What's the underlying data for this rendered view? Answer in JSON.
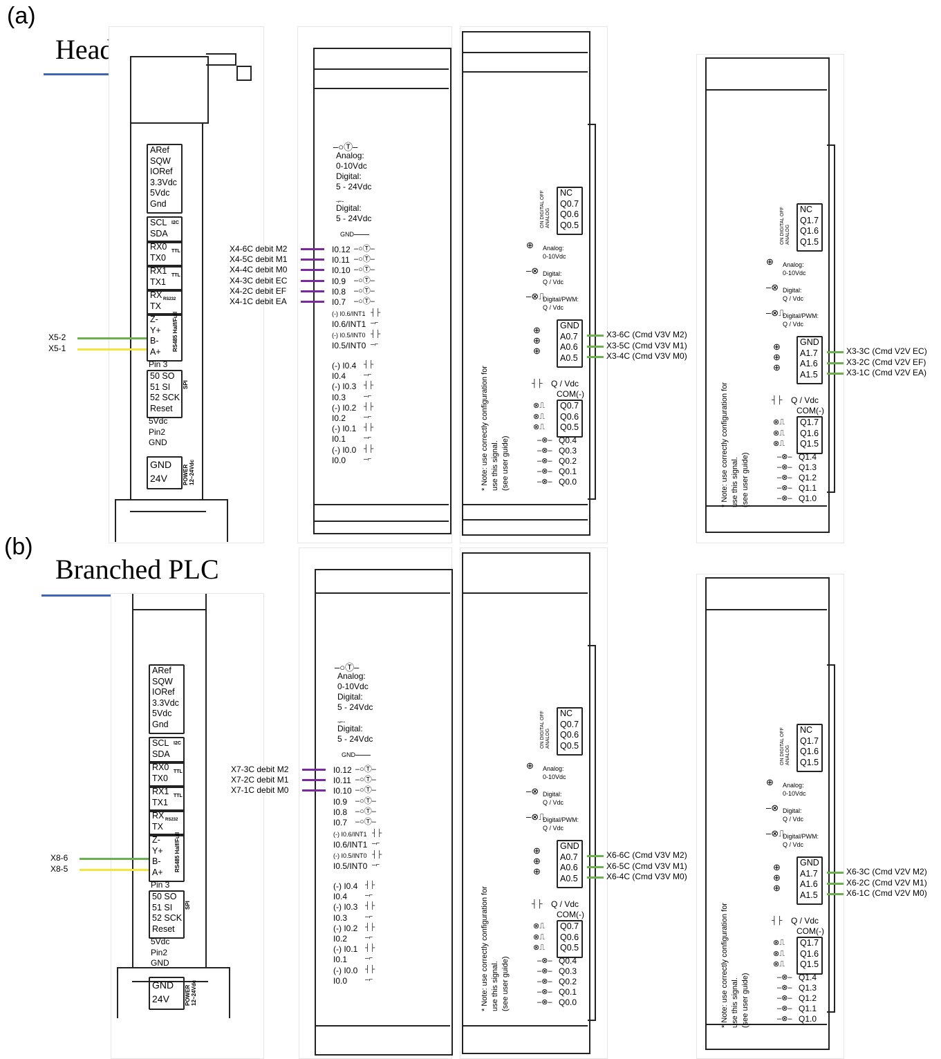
{
  "colors": {
    "green": "#6ab04c",
    "yellow": "#f2e63c",
    "purple": "#7a2aa0",
    "blue": "#3e64b4"
  },
  "panel_a": {
    "label": "(a)",
    "title": "Head PLC",
    "cpu_wires": [
      {
        "label": "X5-2",
        "color": "green"
      },
      {
        "label": "X5-1",
        "color": "yellow"
      }
    ],
    "input_wires": [
      "X4-6C debit M2",
      "X4-5C debit M1",
      "X4-4C debit M0",
      "X4-3C debit EC",
      "X4-2C debit EF",
      "X4-1C debit EA"
    ],
    "q0_wires": [
      "X3-6C (Cmd V3V M2)",
      "X3-5C (Cmd V3V M1)",
      "X3-4C (Cmd V3V M0)"
    ],
    "q1_wires": [
      "X3-3C (Cmd V2V EC)",
      "X3-2C (Cmd V2V EF)",
      "X3-1C (Cmd V2V EA)"
    ]
  },
  "panel_b": {
    "label": "(b)",
    "title": "Branched PLC",
    "cpu_wires": [
      {
        "label": "X8-6",
        "color": "green"
      },
      {
        "label": "X8-5",
        "color": "yellow"
      }
    ],
    "input_wires": [
      "X7-3C debit M2",
      "X7-2C debit M1",
      "X7-1C debit M0"
    ],
    "q0_wires": [
      "X6-6C (Cmd V3V M2)",
      "X6-5C (Cmd V3V M1)",
      "X6-4C (Cmd V3V M0)"
    ],
    "q1_wires": [
      "X6-3C (Cmd V2V M2)",
      "X6-2C (Cmd V2V M1)",
      "X6-1C (Cmd V2V M0)"
    ]
  },
  "cpu": {
    "box1": [
      "ARef",
      "SQW",
      "IORef",
      "3.3Vdc",
      "5Vdc",
      "Gnd"
    ],
    "i2c": [
      "SCL",
      "SDA"
    ],
    "i2c_tag": "I2C",
    "ttl1": [
      "RX0",
      "TX0"
    ],
    "ttl2": [
      "RX1",
      "TX1"
    ],
    "ttl_tag": "TTL",
    "rs232": [
      "RX",
      "TX"
    ],
    "rs232_tag": "RS232",
    "rs485": [
      "Z-",
      "Y+",
      "B-",
      "A+"
    ],
    "rs485_tag": "RS485 Half/Full",
    "pin3": "Pin 3",
    "spi": [
      "50 SO",
      "51 SI",
      "52 SCK",
      "Reset"
    ],
    "spi_tag": "SPI",
    "after_spi": [
      "5Vdc",
      "Pin2",
      "GND"
    ],
    "power": [
      "GND",
      "24V"
    ],
    "power_tag": "POWER 12~24Vdc"
  },
  "input_module": {
    "legend_analog": [
      "Analog:",
      "0-10Vdc",
      "Digital:",
      "5 - 24Vdc"
    ],
    "legend_digital": [
      "Digital:",
      "5 - 24Vdc"
    ],
    "gnd": "GND",
    "analog_inputs": [
      "I0.12",
      "I0.11",
      "I0.10",
      "I0.9",
      "I0.8",
      "I0.7"
    ],
    "int_inputs": [
      "(-) I0.6/INT1",
      "I0.6/INT1",
      "(-) I0.5/INT0",
      "I0.5/INT0"
    ],
    "digital_inputs": [
      "(-) I0.4",
      "I0.4",
      "(-) I0.3",
      "I0.3",
      "(-) I0.2",
      "I0.2",
      "(-) I0.1",
      "I0.1",
      "(-) I0.0",
      "I0.0"
    ]
  },
  "q0_module": {
    "switch_tag": "ON DIGITAL OFF ANALOG",
    "switch_rows": [
      "NC",
      "Q0.7",
      "Q0.6",
      "Q0.5"
    ],
    "legend": [
      "Analog:",
      "0-10Vdc",
      "Digital:",
      "Q / Vdc",
      "Digital/PWM:",
      "Q / Vdc"
    ],
    "analog_rows": [
      "GND",
      "A0.7",
      "A0.6",
      "A0.5"
    ],
    "q_vdc": "Q / Vdc",
    "com": "COM(-)",
    "pwm_rows": [
      "Q0.7",
      "Q0.6",
      "Q0.5"
    ],
    "dig_rows": [
      "Q0.4",
      "Q0.3",
      "Q0.2",
      "Q0.1",
      "Q0.0"
    ],
    "note": [
      "* Note: use correctly configuration for",
      "use this signal.",
      "(see user guide)"
    ]
  },
  "q1_module": {
    "switch_tag": "ON DIGITAL OFF ANALOG",
    "switch_rows": [
      "NC",
      "Q1.7",
      "Q1.6",
      "Q1.5"
    ],
    "legend": [
      "Analog:",
      "0-10Vdc",
      "Digital:",
      "Q / Vdc",
      "Digital/PWM:",
      "Q / Vdc"
    ],
    "analog_rows": [
      "GND",
      "A1.7",
      "A1.6",
      "A1.5"
    ],
    "q_vdc": "Q / Vdc",
    "com": "COM(-)",
    "pwm_rows": [
      "Q1.7",
      "Q1.6",
      "Q1.5"
    ],
    "dig_rows": [
      "Q1.4",
      "Q1.3",
      "Q1.2",
      "Q1.1",
      "Q1.0"
    ],
    "note": [
      "* Note: use correctly configuration for",
      "use this signal.",
      "(see user guide)"
    ]
  }
}
